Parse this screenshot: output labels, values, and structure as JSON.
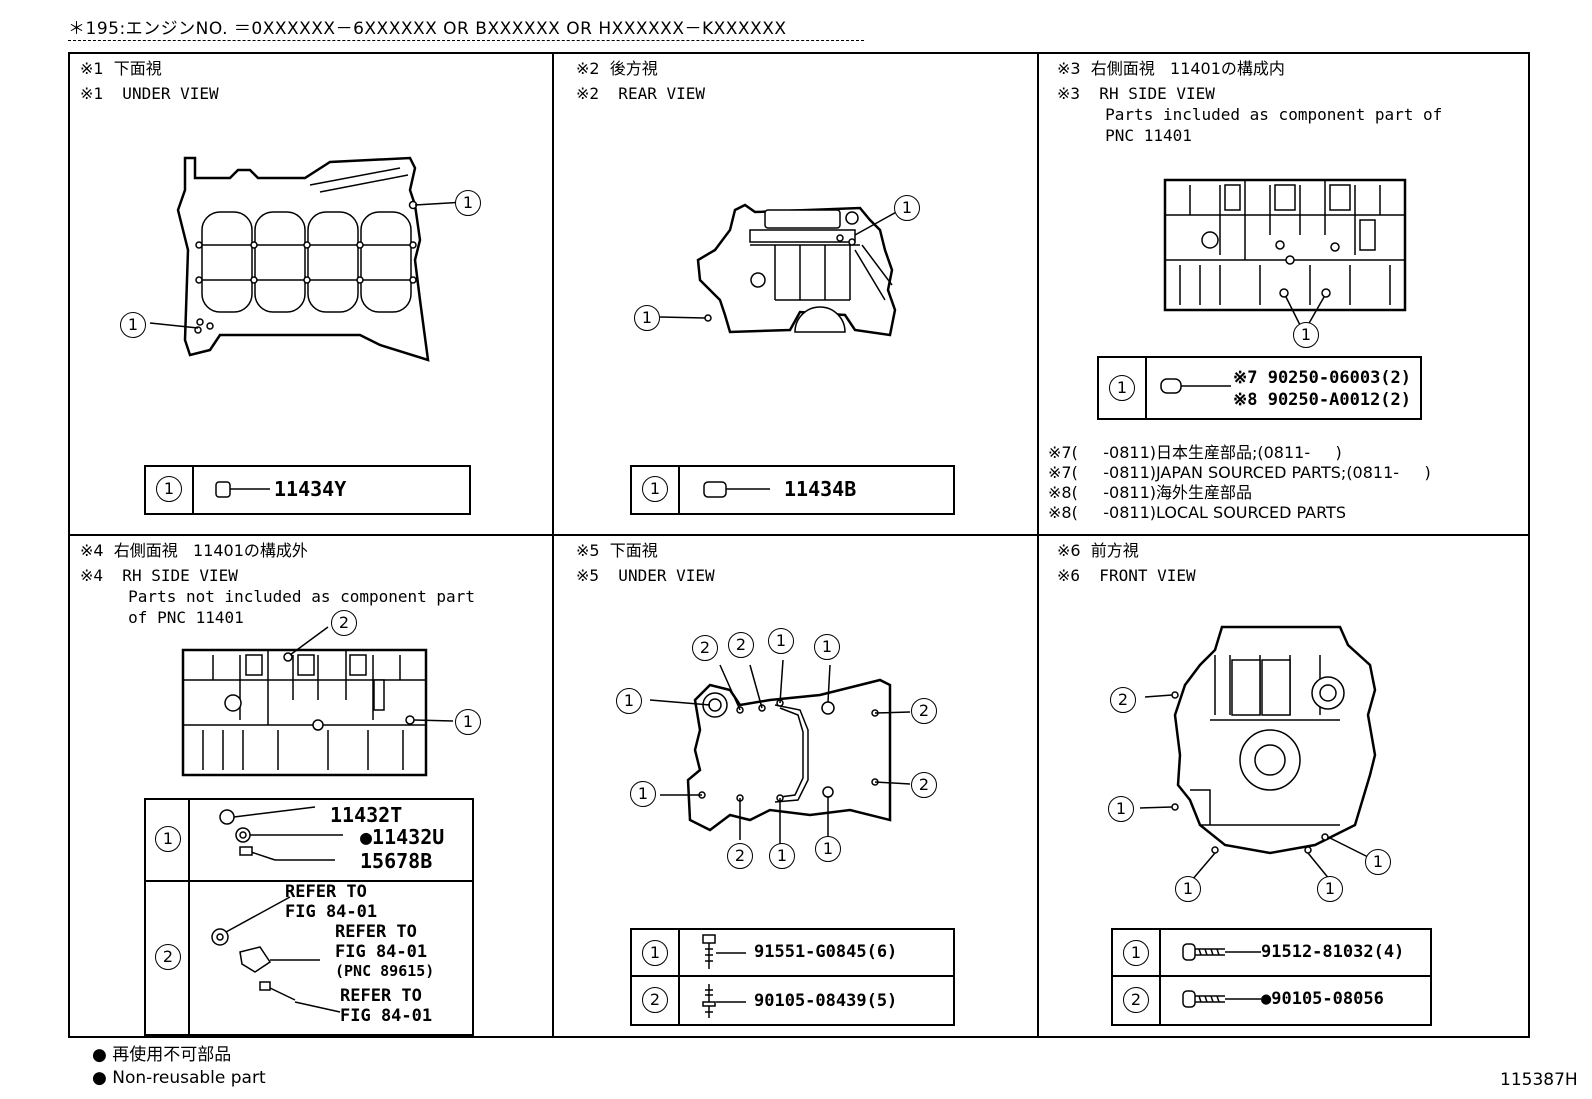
{
  "header": {
    "condition": "＊195:エンジンNO. ＝0XXXXXX－6XXXXXX OR BXXXXXX OR HXXXXXX－KXXXXXX"
  },
  "panels": [
    {
      "id": "p1",
      "caption_jp": "※1  下面視",
      "caption_en": "※1  UNDER VIEW",
      "callouts": [
        "1",
        "1"
      ],
      "table": [
        {
          "ref": "1",
          "part": "11434Y"
        }
      ]
    },
    {
      "id": "p2",
      "caption_jp": "※2  後方視",
      "caption_en": "※2  REAR VIEW",
      "callouts": [
        "1",
        "1"
      ],
      "table": [
        {
          "ref": "1",
          "part": "11434B"
        }
      ]
    },
    {
      "id": "p3",
      "caption_jp": "※3  右側面視   11401の構成内",
      "caption_en": "※3  RH SIDE VIEW",
      "caption_en2": "     Parts included as component part of",
      "caption_en3": "     PNC 11401",
      "callouts": [
        "1"
      ],
      "table_ref": "1",
      "table_lines": [
        "※7  90250-06003(2)",
        "※8  90250-A0012(2)"
      ],
      "notes": [
        "※7(     -0811)日本生産部品;(0811-     )",
        "※7(     -0811)JAPAN SOURCED PARTS;(0811-     )",
        "※8(     -0811)海外生産部品",
        "※8(     -0811)LOCAL SOURCED PARTS"
      ]
    },
    {
      "id": "p4",
      "caption_jp": "※4  右側面視   11401の構成外",
      "caption_en": "※4  RH SIDE VIEW",
      "caption_en2": "     Parts not included as component part",
      "caption_en3": "     of PNC 11401",
      "callouts": [
        "2",
        "1"
      ],
      "table_row1_ref": "1",
      "table_row1_parts": [
        "11432T",
        "●11432U",
        "15678B"
      ],
      "table_row2_ref": "2",
      "table_row2_refs": [
        "REFER TO",
        "FIG 84-01",
        "REFER TO",
        "FIG 84-01",
        "(PNC 89615)",
        "REFER TO",
        "FIG 84-01"
      ]
    },
    {
      "id": "p5",
      "caption_jp": "※5  下面視",
      "caption_en": "※5  UNDER VIEW",
      "callouts": [
        "2",
        "2",
        "1",
        "1",
        "1",
        "2",
        "1",
        "2",
        "2",
        "1",
        "1"
      ],
      "table": [
        {
          "ref": "1",
          "part": "91551-G0845(6)"
        },
        {
          "ref": "2",
          "part": "90105-08439(5)"
        }
      ]
    },
    {
      "id": "p6",
      "caption_jp": "※6  前方視",
      "caption_en": "※6  FRONT VIEW",
      "callouts": [
        "2",
        "1",
        "1",
        "1",
        "1"
      ],
      "table": [
        {
          "ref": "1",
          "part": "91512-81032(4)"
        },
        {
          "ref": "2",
          "part": "●90105-08056"
        }
      ]
    }
  ],
  "legend": {
    "jp": "● 再使用不可部品",
    "en": "● Non-reusable part"
  },
  "figure_id": "115387H"
}
